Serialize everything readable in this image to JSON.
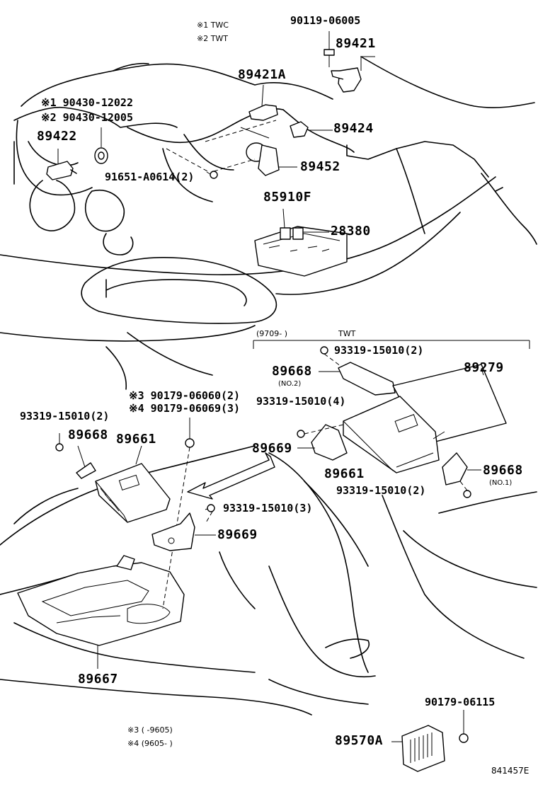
{
  "notes": {
    "n1": "※1  TWC",
    "n2": "※2  TWT",
    "n3": "※3 (      -9605)",
    "n4": "※4 (9605-      )"
  },
  "parts": {
    "p_90119_06005": "90119-06005",
    "p_89421": "89421",
    "p_89421A": "89421A",
    "p_90430_12022": "※1 90430-12022",
    "p_90430_12005": "※2 90430-12005",
    "p_89422": "89422",
    "p_89424": "89424",
    "p_91651": "91651-A0614(2)",
    "p_89452": "89452",
    "p_85910F": "85910F",
    "p_28380": "28380",
    "p_twt_range": "(9709-       )",
    "p_twt": "TWT",
    "p_93319_top": "93319-15010(2)",
    "p_89668_no2": "89668",
    "p_no2": "(NO.2)",
    "p_89279": "89279",
    "p_90179_06060": "※3 90179-06060(2)",
    "p_90179_06069": "※4 90179-06069(3)",
    "p_93319_left": "93319-15010(2)",
    "p_93319_mid": "93319-15010(4)",
    "p_89668_left": "89668",
    "p_89661_left": "89661",
    "p_89669_right": "89669",
    "p_89661_right": "89661",
    "p_89668_no1": "89668",
    "p_no1": "(NO.1)",
    "p_93319_right": "93319-15010(2)",
    "p_93319_center": "93319-15010(3)",
    "p_89669_center": "89669",
    "p_89667": "89667",
    "p_90179_06115": "90179-06115",
    "p_89570A": "89570A"
  },
  "footer": {
    "code": "841457E"
  }
}
